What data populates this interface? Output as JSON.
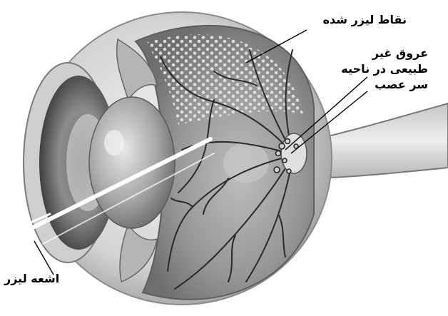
{
  "labels": {
    "laser_points": "نقاط لیزر شده",
    "abnormal_vessels": [
      "عروق غیر",
      "طبیعی در ناحیه",
      "سر عصب"
    ],
    "laser_beam": "اشعه لیزر"
  },
  "colors": {
    "background": "#ffffff",
    "sclera": "#dcdcdc",
    "retina": "#9a9a9a",
    "vessel": "#2a2a2a",
    "laser_spot": "#e6e6e6",
    "beam": "#ffffff",
    "leader_line": "#000000"
  }
}
